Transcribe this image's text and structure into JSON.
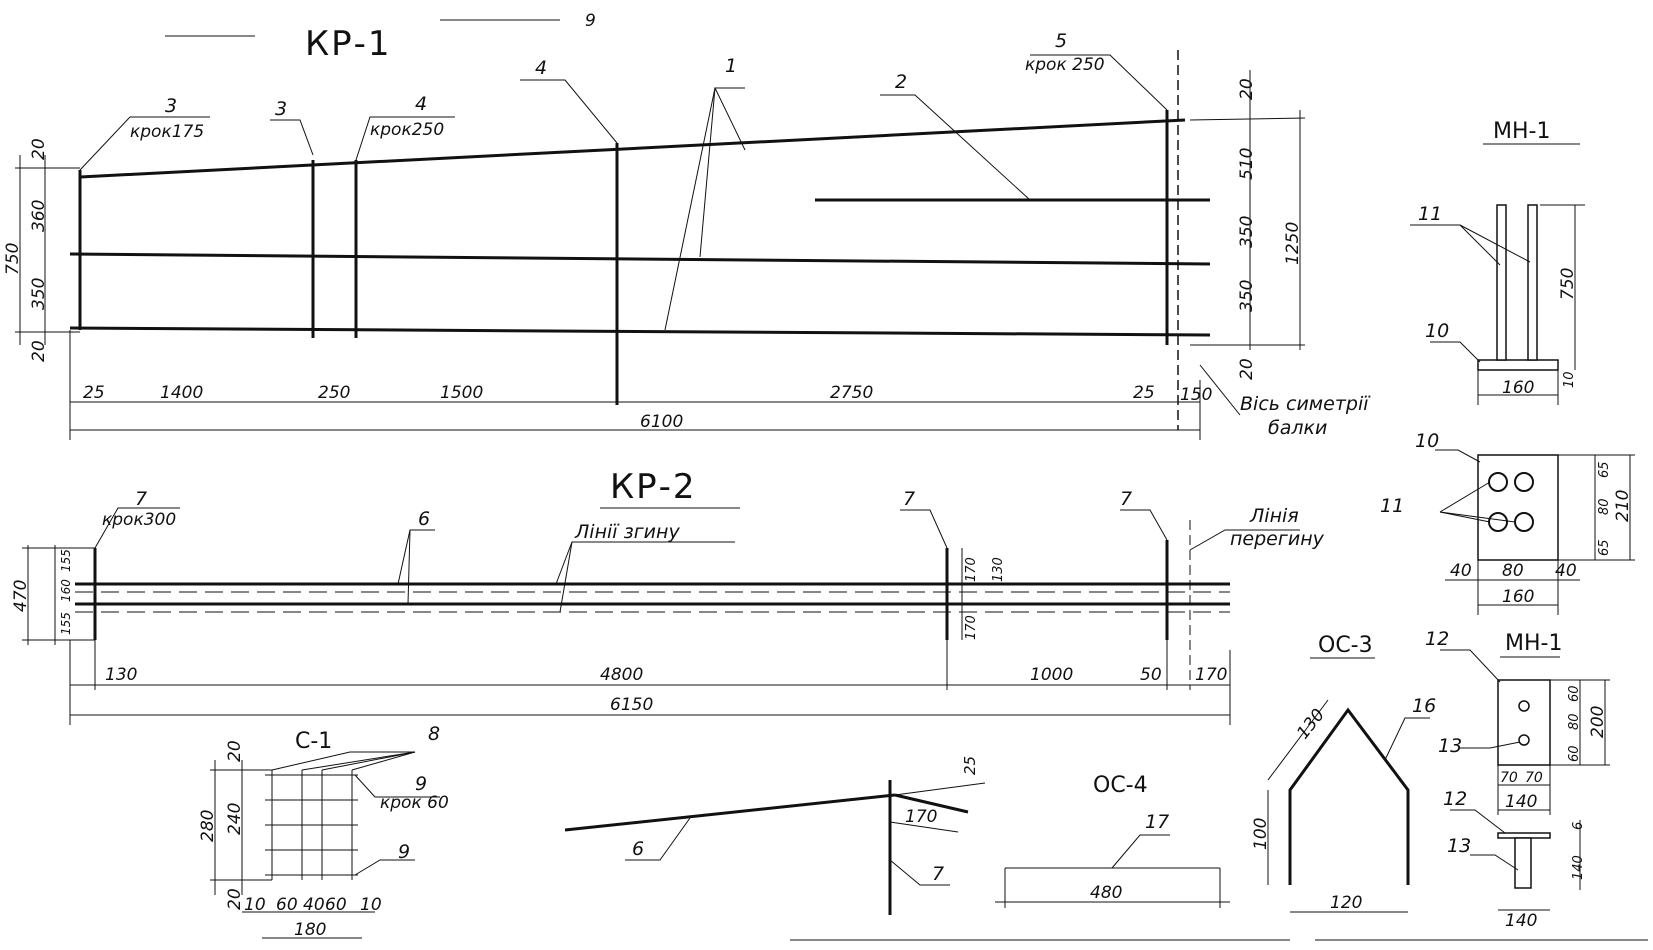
{
  "titles": {
    "kr1": "КР-1",
    "kr2": "КР-2",
    "mn1": "МН-1",
    "mn1b": "МН-1",
    "c1": "С-1",
    "oc3": "ОС-3",
    "oc4": "ОС-4"
  },
  "kr1": {
    "labels": {
      "p3a": "3",
      "p3a_step": "крок175",
      "p3b": "3",
      "p4a": "4",
      "p4a_step": "крок250",
      "p4b": "4",
      "p1": "1",
      "p2": "2",
      "p5": "5",
      "p5_step": "крок 250"
    },
    "left_dims": [
      "20",
      "360",
      "350",
      "20"
    ],
    "left_total": "750",
    "right_dims": [
      "20",
      "510",
      "350",
      "350",
      "20"
    ],
    "right_total": "1250",
    "bottom_dims": [
      "25",
      "1400",
      "250",
      "1500",
      "2750",
      "25",
      "150"
    ],
    "total": "6100",
    "axis_line1": "Вісь симетрії",
    "axis_line2": "балки"
  },
  "kr2": {
    "labels": {
      "p7a": "7",
      "p7a_step": "крок300",
      "p6": "6",
      "bend_lines": "Лінії згину",
      "p7b": "7",
      "p7c": "7",
      "fold1": "Лінія",
      "fold2": "перегину"
    },
    "left_total": "470",
    "left_dims": [
      "155",
      "160",
      "155"
    ],
    "mid_dims": [
      "170",
      "130",
      "170"
    ],
    "bottom_dims": [
      "130",
      "4800",
      "1000",
      "50",
      "170"
    ],
    "total": "6150"
  },
  "mn1": {
    "p11": "11",
    "p10": "10",
    "height": "750",
    "plate": "10",
    "width": "160"
  },
  "plan": {
    "p10": "10",
    "p11": "11",
    "right_dims": [
      "65",
      "80",
      "65"
    ],
    "right_total": "210",
    "bottom_dims": [
      "40",
      "80",
      "40"
    ],
    "total": "160"
  },
  "mn1b": {
    "p12": "12",
    "p13": "13",
    "right_dims": [
      "60",
      "80",
      "60"
    ],
    "right_total": "200",
    "bottom_dims": [
      "70",
      "70"
    ],
    "total": "140",
    "side_p12": "12",
    "side_p13": "13",
    "side_dims": [
      "6",
      "140"
    ],
    "side_total": "140"
  },
  "c1": {
    "p8": "8",
    "p9a": "9",
    "p9a_step": "крок 60",
    "p9b": "9",
    "left_dims": [
      "20",
      "240",
      "20"
    ],
    "left_total": "280",
    "bottom_dims": [
      "10",
      "60",
      "40",
      "60",
      "10"
    ],
    "total": "180"
  },
  "bent": {
    "p6": "6",
    "p7": "7",
    "rise": "25",
    "len": "170"
  },
  "oc3": {
    "p16": "16",
    "slope": "130",
    "height": "100",
    "width": "120"
  },
  "oc4": {
    "p17": "17",
    "length": "480"
  },
  "corner": {
    "top": "9"
  }
}
